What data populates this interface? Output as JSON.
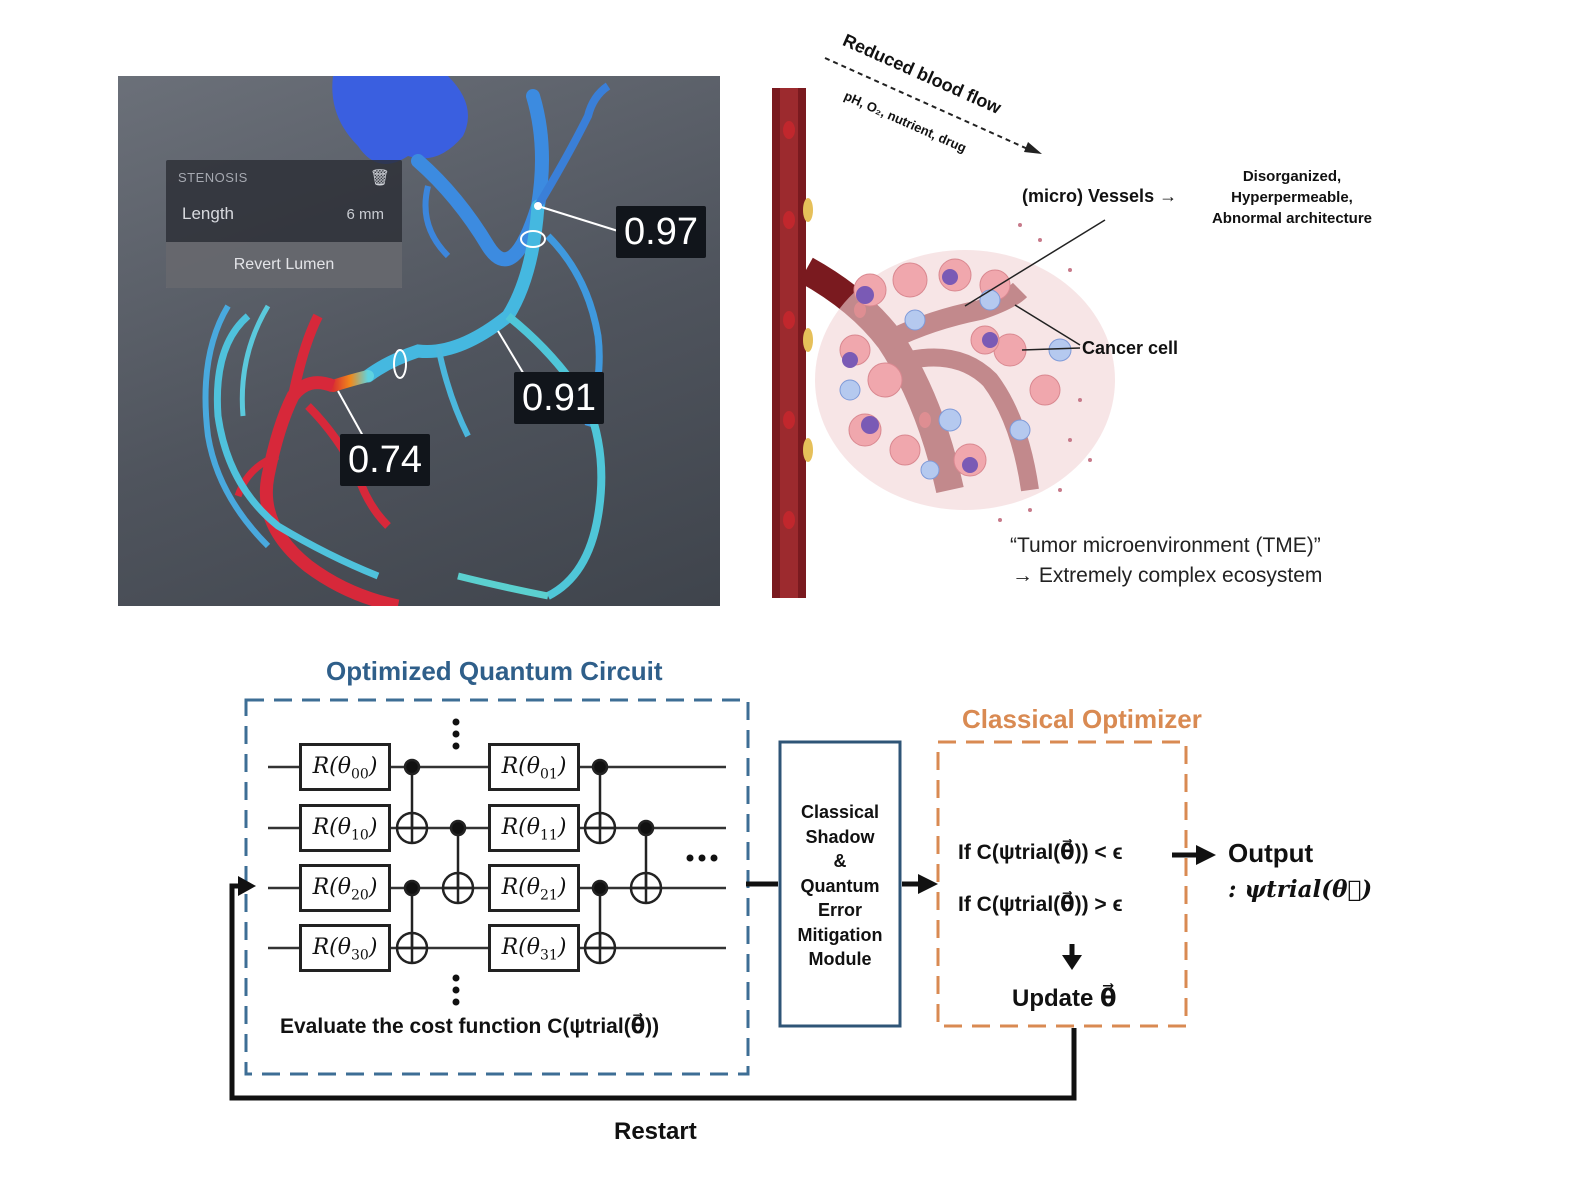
{
  "coronary_viewer": {
    "card_title": "STENOSIS",
    "trash_icon": "trash-icon",
    "length_label": "Length",
    "length_value": "6 mm",
    "revert_button": "Revert Lumen",
    "ffr_values": [
      "0.97",
      "0.91",
      "0.74"
    ]
  },
  "tme_figure": {
    "flow_label": "Reduced blood flow",
    "flow_factors": "pH, O₂, nutrient, drug",
    "vessels_label": "(micro) Vessels →",
    "vessels_desc": [
      "Disorganized,",
      "Hyperpermeable,",
      "Abnormal architecture"
    ],
    "cancer_label": "Cancer cell",
    "caption_line1": "“Tumor microenvironment (TME)”",
    "caption_line2": "→ Extremely complex ecosystem"
  },
  "quantum_diagram": {
    "circuit_title": "Optimized Quantum Circuit",
    "optimizer_title": "Classical Optimizer",
    "gates": [
      [
        "θ",
        "00"
      ],
      [
        "θ",
        "01"
      ],
      [
        "θ",
        "10"
      ],
      [
        "θ",
        "11"
      ],
      [
        "θ",
        "20"
      ],
      [
        "θ",
        "21"
      ],
      [
        "θ",
        "30"
      ],
      [
        "θ",
        "31"
      ]
    ],
    "cost_label": "Evaluate the cost function C(ψtrial(θ⃗))",
    "shadow_module": [
      "Classical",
      "Shadow",
      "&",
      "Quantum",
      "Error",
      "Mitigation",
      "Module"
    ],
    "cond_lt": "If C(ψtrial(θ⃗)) < ϵ",
    "cond_gt": "If C(ψtrial(θ⃗)) > ϵ",
    "update_label": "Update θ⃗",
    "output_label": "Output",
    "output_value": ": ψtrial(θ⃗)",
    "restart_label": "Restart",
    "colors": {
      "blue": "#2f5f8a",
      "orange": "#d98a52",
      "dark": "#222222"
    }
  }
}
